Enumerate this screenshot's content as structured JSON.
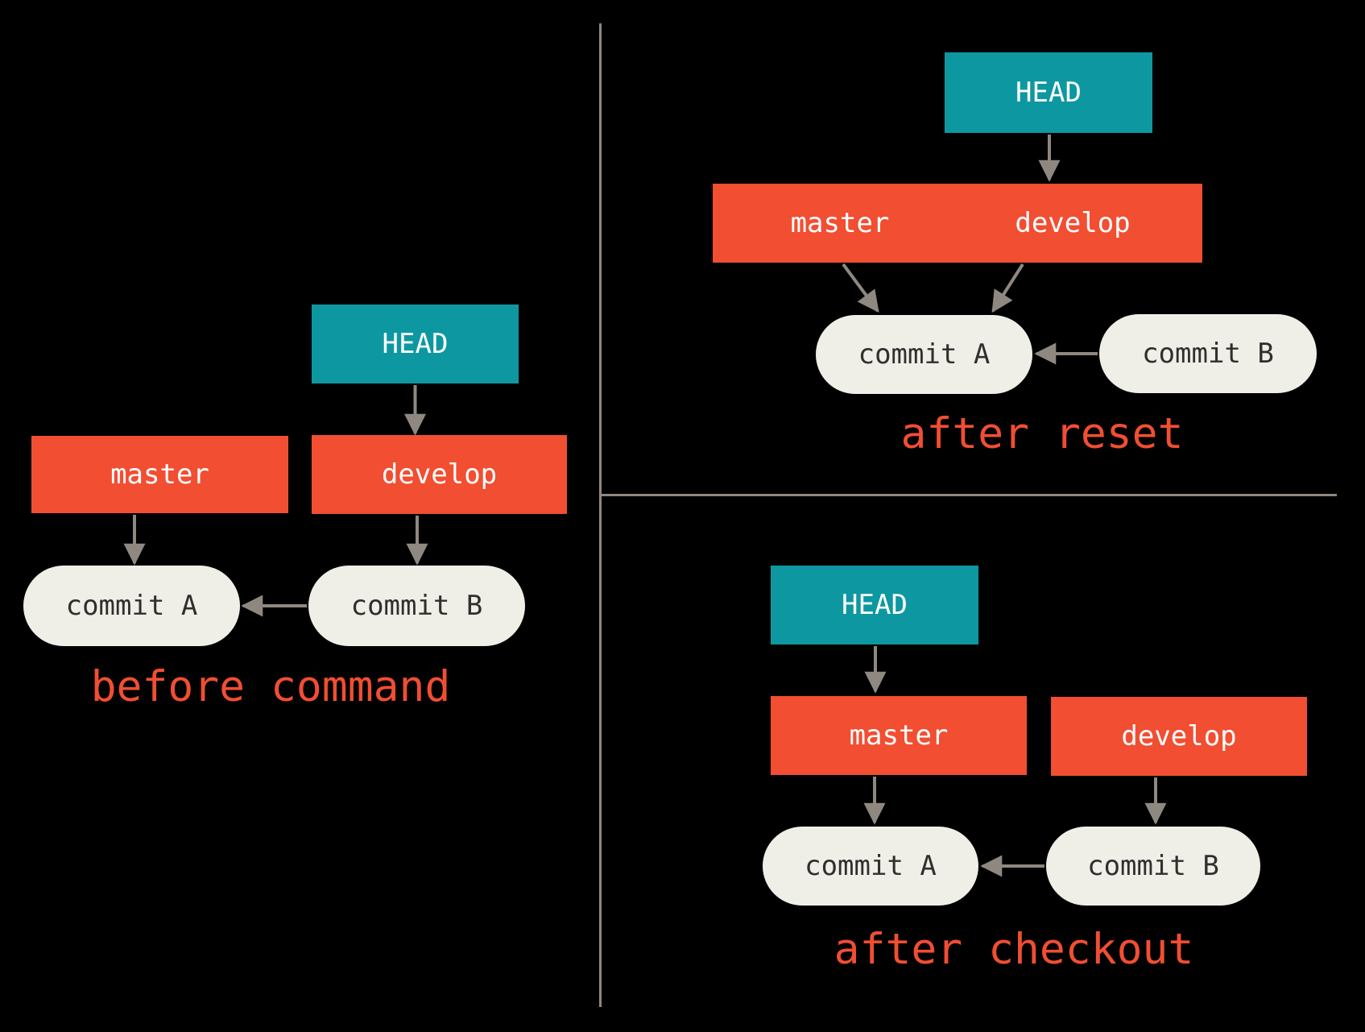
{
  "colors": {
    "teal": "#0d98a1",
    "orange": "#f14e32",
    "oval_bg": "#f0efe7",
    "oval_text": "#2f2f2f",
    "box_text": "#ffffff",
    "arrow": "#8e8880",
    "label": "#f14e32",
    "bg": "#000000"
  },
  "panels": {
    "before_command": {
      "caption": "before command",
      "nodes": {
        "head": "HEAD",
        "master": "master",
        "develop": "develop",
        "commit_a": "commit A",
        "commit_b": "commit B"
      }
    },
    "after_reset": {
      "caption": "after reset",
      "nodes": {
        "head": "HEAD",
        "master": "master",
        "develop": "develop",
        "commit_a": "commit A",
        "commit_b": "commit B"
      }
    },
    "after_checkout": {
      "caption": "after checkout",
      "nodes": {
        "head": "HEAD",
        "master": "master",
        "develop": "develop",
        "commit_a": "commit A",
        "commit_b": "commit B"
      }
    }
  }
}
